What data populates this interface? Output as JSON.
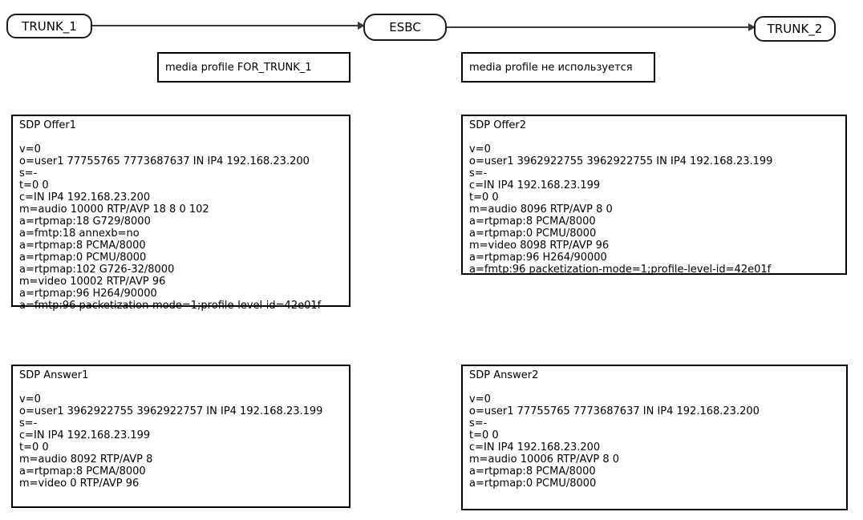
{
  "diagram": {
    "nodes": {
      "trunk1": {
        "label": "TRUNK_1"
      },
      "esbc": {
        "label": "ESBC"
      },
      "trunk2": {
        "label": "TRUNK_2"
      }
    },
    "connections": [
      {
        "from": "TRUNK_1",
        "to": "ESBC"
      },
      {
        "from": "ESBC",
        "to": "TRUNK_2"
      }
    ],
    "media_profile_labels": {
      "left": "media profile FOR_TRUNK_1",
      "right": "media profile не используется"
    },
    "sdp_boxes": [
      {
        "title": "SDP Offer1",
        "lines": [
          "v=0",
          "o=user1 77755765 7773687637 IN IP4 192.168.23.200",
          "s=-",
          "t=0 0",
          "c=IN IP4 192.168.23.200",
          "m=audio 10000 RTP/AVP 18 8 0 102",
          "a=rtpmap:18 G729/8000",
          "a=fmtp:18 annexb=no",
          "a=rtpmap:8 PCMA/8000",
          "a=rtpmap:0 PCMU/8000",
          "a=rtpmap:102 G726-32/8000",
          "m=video 10002 RTP/AVP 96",
          "a=rtpmap:96 H264/90000",
          "a=fmtp:96 packetization-mode=1;profile-level-id=42e01f"
        ]
      },
      {
        "title": "SDP Offer2",
        "lines": [
          "v=0",
          "o=user1 3962922755 3962922755 IN IP4 192.168.23.199",
          "s=-",
          "c=IN IP4 192.168.23.199",
          "t=0 0",
          "m=audio 8096 RTP/AVP 8 0",
          "a=rtpmap:8 PCMA/8000",
          "a=rtpmap:0 PCMU/8000",
          "m=video 8098 RTP/AVP 96",
          "a=rtpmap:96 H264/90000",
          "a=fmtp:96 packetization-mode=1;profile-level-id=42e01f"
        ]
      },
      {
        "title": "SDP Answer1",
        "lines": [
          "v=0",
          "o=user1 3962922755 3962922757 IN IP4 192.168.23.199",
          "s=-",
          "c=IN IP4 192.168.23.199",
          "t=0 0",
          "m=audio 8092 RTP/AVP 8",
          "a=rtpmap:8 PCMA/8000",
          "m=video 0 RTP/AVP 96"
        ]
      },
      {
        "title": "SDP Answer2",
        "lines": [
          "v=0",
          "o=user1 77755765 7773687637 IN IP4 192.168.23.200",
          "s=-",
          "t=0 0",
          "c=IN IP4 192.168.23.200",
          "m=audio 10006 RTP/AVP 8 0",
          "a=rtpmap:8 PCMA/8000",
          "a=rtpmap:0 PCMU/8000"
        ]
      }
    ],
    "colors": {
      "background": "#ffffff",
      "text": "#000000",
      "box_border": "#000000",
      "node_border": "#1a1a1a",
      "arrow": "#3a3a3a"
    }
  }
}
